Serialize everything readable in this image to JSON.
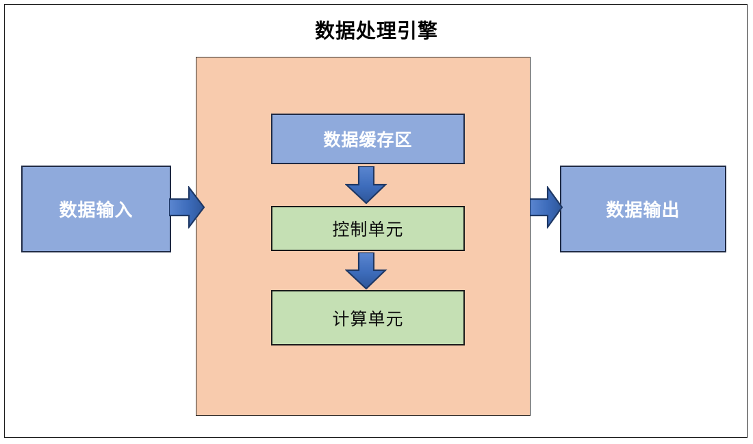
{
  "diagram": {
    "title": "数据处理引擎",
    "colors": {
      "container_fill": "#F8CBAD",
      "blue_box_fill": "#8FAADC",
      "green_box_fill": "#C5E0B4",
      "arrow_fill": "#4472C4",
      "arrow_stroke": "#1F3864",
      "border": "#1A1A1A",
      "canvas": "#FFFFFF"
    },
    "external_nodes": [
      {
        "id": "data-input",
        "label": "数据输入",
        "style": "blue",
        "text_color": "#FFFFFF"
      },
      {
        "id": "data-output",
        "label": "数据输出",
        "style": "blue",
        "text_color": "#FFFFFF"
      }
    ],
    "container": {
      "label": "数据处理引擎",
      "fill": "#F8CBAD",
      "children": [
        {
          "id": "data-cache",
          "label": "数据缓存区",
          "style": "blue",
          "text_color": "#FFFFFF"
        },
        {
          "id": "control-unit",
          "label": "控制单元",
          "style": "green",
          "text_color": "#0D0D0D"
        },
        {
          "id": "compute-unit",
          "label": "计算单元",
          "style": "green",
          "text_color": "#0D0D0D"
        }
      ]
    },
    "connectors": [
      {
        "id": "input-to-engine",
        "from": "data-input",
        "to": "engine-container",
        "direction": "right",
        "shape": "block-arrow"
      },
      {
        "id": "engine-to-output",
        "from": "engine-container",
        "to": "data-output",
        "direction": "right",
        "shape": "block-arrow"
      },
      {
        "id": "cache-to-control",
        "from": "data-cache",
        "to": "control-unit",
        "direction": "down",
        "shape": "block-arrow"
      },
      {
        "id": "control-to-compute",
        "from": "control-unit",
        "to": "compute-unit",
        "direction": "down",
        "shape": "block-arrow"
      }
    ]
  }
}
